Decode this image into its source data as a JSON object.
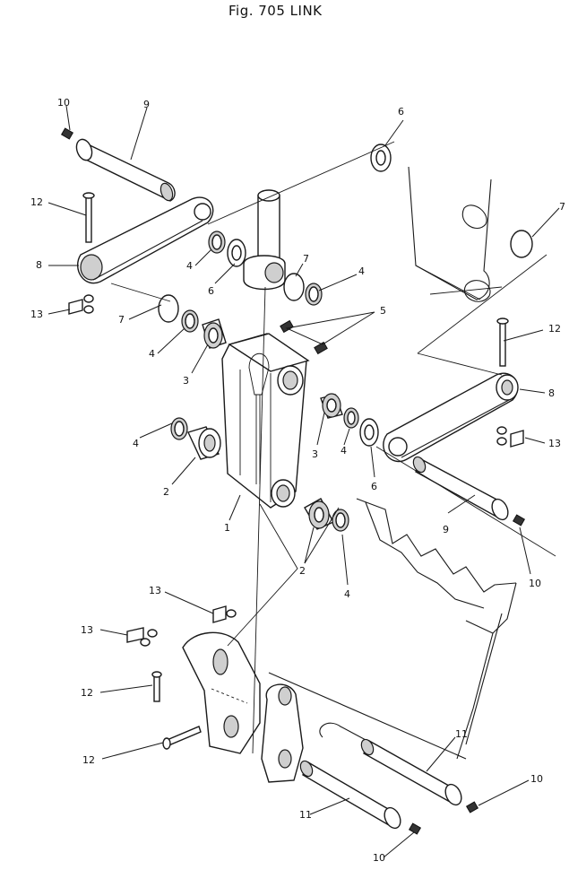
{
  "figure": {
    "title": "Fig. 705   LINK"
  },
  "callouts": {
    "c1": "1",
    "c2a": "2",
    "c2b": "2",
    "c3a": "3",
    "c3b": "3",
    "c4a": "4",
    "c4b": "4",
    "c4c": "4",
    "c4d": "4",
    "c4e": "4",
    "c5": "5",
    "c6a": "6",
    "c6b": "6",
    "c6c": "6",
    "c7a": "7",
    "c7b": "7",
    "c7c": "7",
    "c8a": "8",
    "c8b": "8",
    "c9a": "9",
    "c9b": "9",
    "c10a": "10",
    "c10b": "10",
    "c10c": "10",
    "c10d": "10",
    "c11a": "11",
    "c11b": "11",
    "c12a": "12",
    "c12b": "12",
    "c12c": "12",
    "c12d": "12",
    "c13a": "13",
    "c13b": "13",
    "c13c": "13",
    "c13d": "13"
  }
}
